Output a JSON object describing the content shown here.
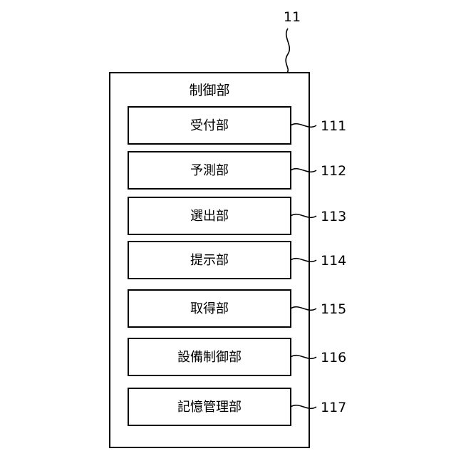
{
  "outer": {
    "ref": "11",
    "title": "制御部"
  },
  "units": [
    {
      "label": "受付部",
      "ref": "111"
    },
    {
      "label": "予測部",
      "ref": "112"
    },
    {
      "label": "選出部",
      "ref": "113"
    },
    {
      "label": "提示部",
      "ref": "114"
    },
    {
      "label": "取得部",
      "ref": "115"
    },
    {
      "label": "設備制御部",
      "ref": "116"
    },
    {
      "label": "記憶管理部",
      "ref": "117"
    }
  ]
}
